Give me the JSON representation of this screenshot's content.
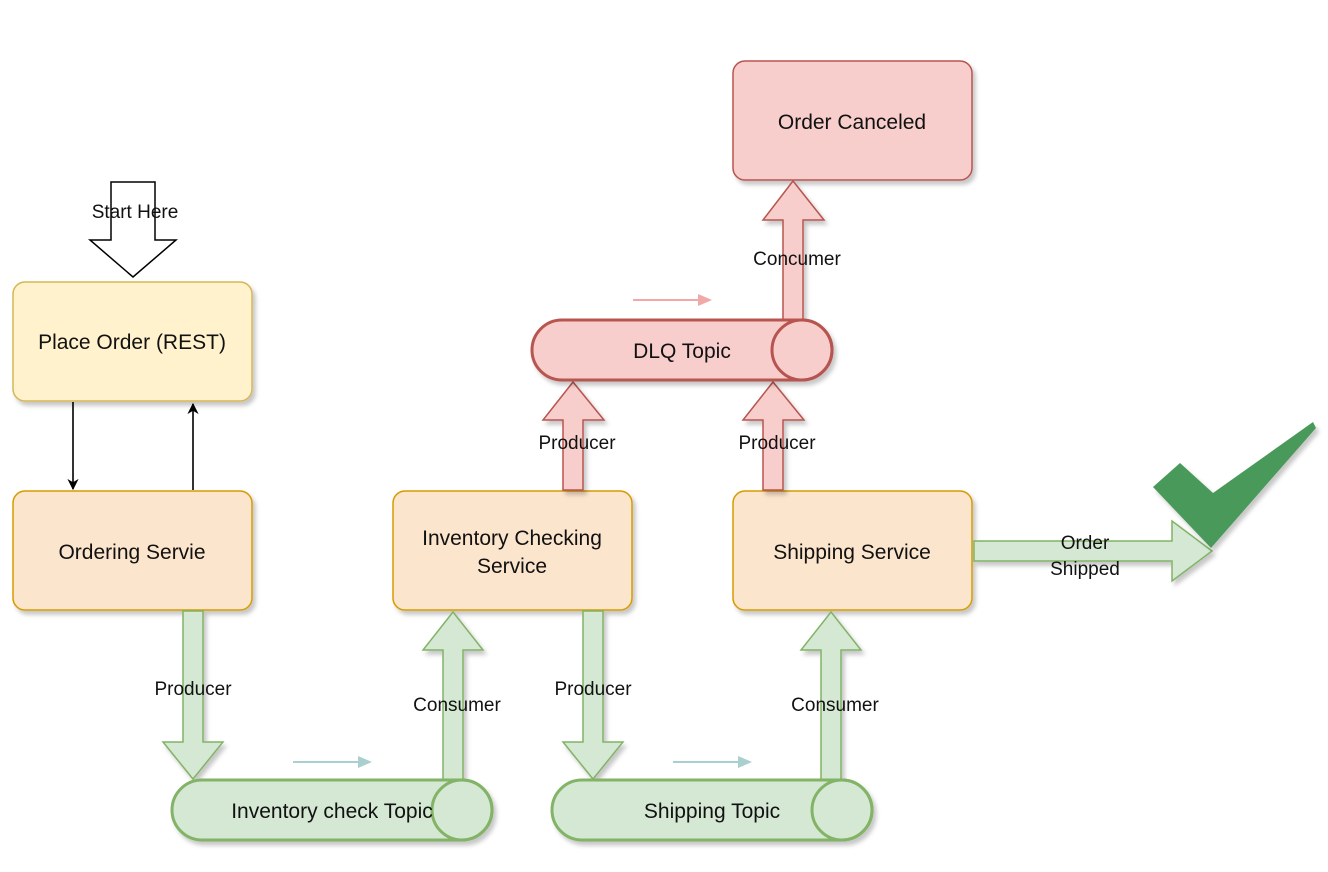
{
  "diagram": {
    "nodes": {
      "place_order": "Place Order (REST)",
      "ordering_service": "Ordering Servie",
      "inventory_service_line1": "Inventory Checking",
      "inventory_service_line2": "Service",
      "shipping_service": "Shipping Service",
      "order_canceled": "Order Canceled"
    },
    "topics": {
      "inventory_topic": "Inventory check Topic",
      "shipping_topic": "Shipping Topic",
      "dlq_topic": "DLQ Topic"
    },
    "labels": {
      "start_here": "Start Here",
      "producer_ordering": "Producer",
      "consumer_inventory": "Consumer",
      "producer_inventory": "Producer",
      "consumer_shipping": "Consumer",
      "producer_inventory_dlq": "Producer",
      "producer_shipping_dlq": "Producer",
      "consumer_dlq": "Concumer",
      "order_shipped_line1": "Order",
      "order_shipped_line2": "Shipped"
    },
    "colors": {
      "yellow_fill": "#fff2cc",
      "yellow_stroke": "#d6b656",
      "orange_fill": "#fce5cd",
      "orange_stroke": "#d79b00",
      "green_fill": "#d5e8d4",
      "green_stroke": "#82b366",
      "red_fill": "#f8cecc",
      "red_stroke": "#b85450",
      "check_green": "#4a9a5a"
    }
  }
}
